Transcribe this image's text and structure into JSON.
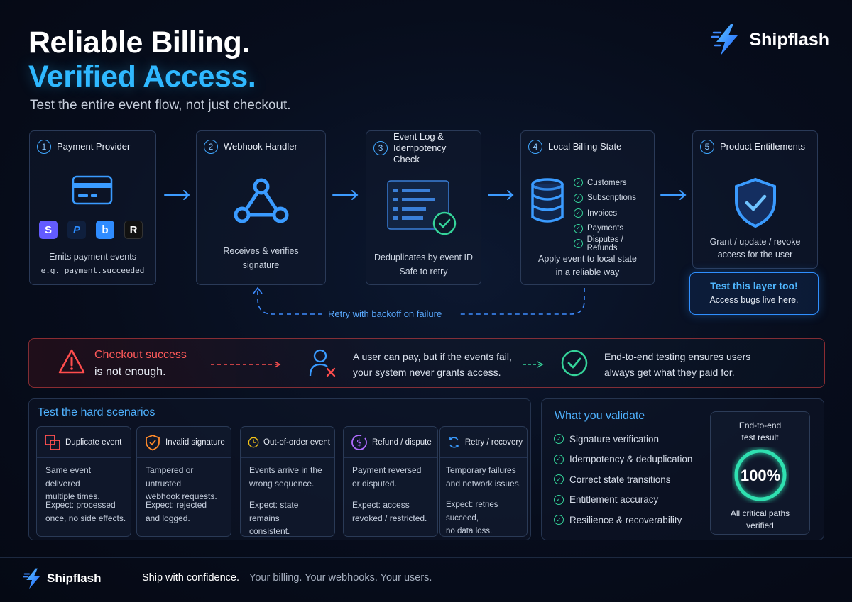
{
  "header": {
    "title_line1": "Reliable Billing.",
    "title_line2": "Verified Access.",
    "subtitle": "Test the entire event flow, not just checkout."
  },
  "brand": {
    "name": "Shipflash",
    "icon": "lightning-bolt-icon"
  },
  "steps": [
    {
      "number": "1",
      "title": "Payment Provider",
      "caption": "Emits payment events",
      "code": "e.g. payment.succeeded",
      "icon": "credit-card-icon",
      "providers": [
        {
          "letter": "S",
          "color": "#635bff"
        },
        {
          "letter": "P",
          "color": "#0f1f3d"
        },
        {
          "letter": "b",
          "color": "#2f8cff"
        },
        {
          "letter": "R",
          "color": "#111111"
        }
      ]
    },
    {
      "number": "2",
      "title": "Webhook Handler",
      "caption_line1": "Receives & verifies",
      "caption_line2": "signature",
      "icon": "webhook-icon"
    },
    {
      "number": "3",
      "title_line1": "Event Log &",
      "title_line2": "Idempotency Check",
      "caption_line1": "Deduplicates by event ID",
      "caption_line2": "Safe to retry",
      "icon": "event-log-icon"
    },
    {
      "number": "4",
      "title": "Local Billing State",
      "caption_line1": "Apply event to local state",
      "caption_line2": "in a reliable way",
      "icon": "database-icon",
      "items": [
        "Customers",
        "Subscriptions",
        "Invoices",
        "Payments",
        "Disputes / Refunds"
      ]
    },
    {
      "number": "5",
      "title": "Product Entitlements",
      "caption_line1": "Grant / update / revoke",
      "caption_line2": "access for the user",
      "icon": "shield-check-icon"
    }
  ],
  "callout": {
    "title": "Test this layer too!",
    "subtitle": "Access bugs live here."
  },
  "retry_label": "Retry with backoff on failure",
  "warning": {
    "red": "Checkout success",
    "white": "is not enough.",
    "middle_line1": "A user can pay, but if the events fail,",
    "middle_line2": "your system never grants access.",
    "right_line1": "End-to-end testing ensures users",
    "right_line2": "always get what they paid for."
  },
  "scenarios": {
    "title": "Test the hard scenarios",
    "items": [
      {
        "title": "Duplicate event",
        "icon": "duplicate-icon",
        "color": "#ff5050",
        "desc_line1": "Same event delivered",
        "desc_line2": "multiple times.",
        "expect_line1": "Expect: processed",
        "expect_line2": "once, no side effects."
      },
      {
        "title": "Invalid signature",
        "icon": "shield-x-icon",
        "color": "#ff8a2a",
        "desc_line1": "Tampered or untrusted",
        "desc_line2": "webhook requests.",
        "expect_line1": "Expect: rejected",
        "expect_line2": "and logged."
      },
      {
        "title": "Out-of-order event",
        "icon": "clock-icon",
        "color": "#f5c518",
        "desc_line1": "Events arrive in the",
        "desc_line2": "wrong sequence.",
        "expect_line1": "Expect: state remains",
        "expect_line2": "consistent."
      },
      {
        "title": "Refund / dispute",
        "icon": "refund-icon",
        "color": "#b06cff",
        "desc_line1": "Payment reversed",
        "desc_line2": "or disputed.",
        "expect_line1": "Expect: access",
        "expect_line2": "revoked / restricted."
      },
      {
        "title": "Retry / recovery",
        "icon": "retry-icon",
        "color": "#3a9bff",
        "desc_line1": "Temporary failures",
        "desc_line2": "and network issues.",
        "expect_line1": "Expect: retries succeed,",
        "expect_line2": "no data loss."
      }
    ]
  },
  "validate": {
    "title": "What you validate",
    "items": [
      "Signature verification",
      "Idempotency & deduplication",
      "Correct state transitions",
      "Entitlement accuracy",
      "Resilience & recoverability"
    ]
  },
  "result": {
    "label_line1": "End-to-end",
    "label_line2": "test result",
    "value": "100%",
    "progress": 1.0,
    "foot_line1": "All critical paths",
    "foot_line2": "verified"
  },
  "footer": {
    "brand": "Shipflash",
    "tagline": "Ship with confidence.",
    "tagline2": "Your billing. Your webhooks. Your users."
  },
  "colors": {
    "accent": "#2fb8ff",
    "success": "#35d49a",
    "danger": "#ff5050"
  }
}
